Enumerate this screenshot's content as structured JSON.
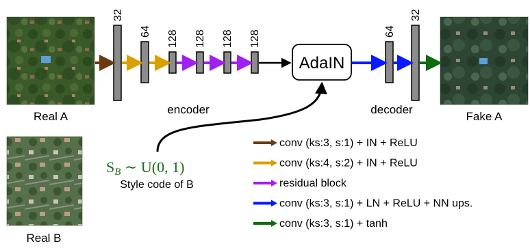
{
  "images": {
    "real_a": "Real A",
    "real_b": "Real B",
    "fake_a": "Fake A"
  },
  "labels": {
    "encoder": "encoder",
    "decoder": "decoder",
    "adain": "AdaIN"
  },
  "channels": {
    "enc1": "32",
    "enc2": "64",
    "enc3": "128",
    "enc4": "128",
    "enc5": "128",
    "enc6": "128",
    "dec1": "64",
    "dec2": "32"
  },
  "style": {
    "formula_s": "S",
    "formula_sub": "B",
    "formula_rest": " ∼ U(0, 1)",
    "caption": "Style code of B",
    "color": "#1a6e1a"
  },
  "legend": [
    {
      "label": "conv (ks:3, s:1) + IN + ReLU",
      "color": "#6b3a10"
    },
    {
      "label": "conv (ks:4, s:2) + IN + ReLU",
      "color": "#d9a000"
    },
    {
      "label": "residual block",
      "color": "#a020f0"
    },
    {
      "label": "conv (ks:3, s:1) + LN + ReLU + NN ups.",
      "color": "#0a1aff"
    },
    {
      "label": "conv (ks:3, s:1) + tanh",
      "color": "#0f6b0f"
    }
  ]
}
